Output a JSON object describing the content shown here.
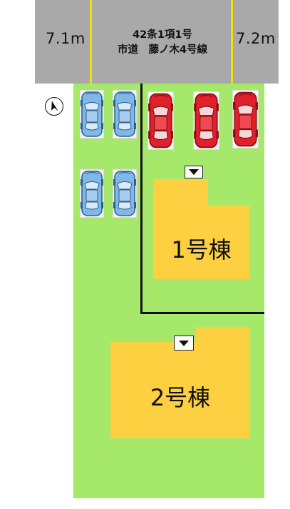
{
  "road": {
    "name_line1": "42条1項1号",
    "name_line2": "市道　藤ノ木4号線",
    "width_left": "7.1m",
    "width_right": "7.2m"
  },
  "buildings": [
    {
      "label": "1号棟"
    },
    {
      "label": "2号棟"
    }
  ],
  "icons": {
    "compass": "north-arrow-icon",
    "car_blue": "parking-car-icon",
    "car_red": "parking-car-icon",
    "entrance": "entrance-marker-icon"
  },
  "colors": {
    "road": "#a9a9a9",
    "road_line": "#f2e200",
    "lot": "#a6e86a",
    "building": "#fcd040",
    "car_blue": "#7fb7e6",
    "car_red": "#e0202a"
  }
}
